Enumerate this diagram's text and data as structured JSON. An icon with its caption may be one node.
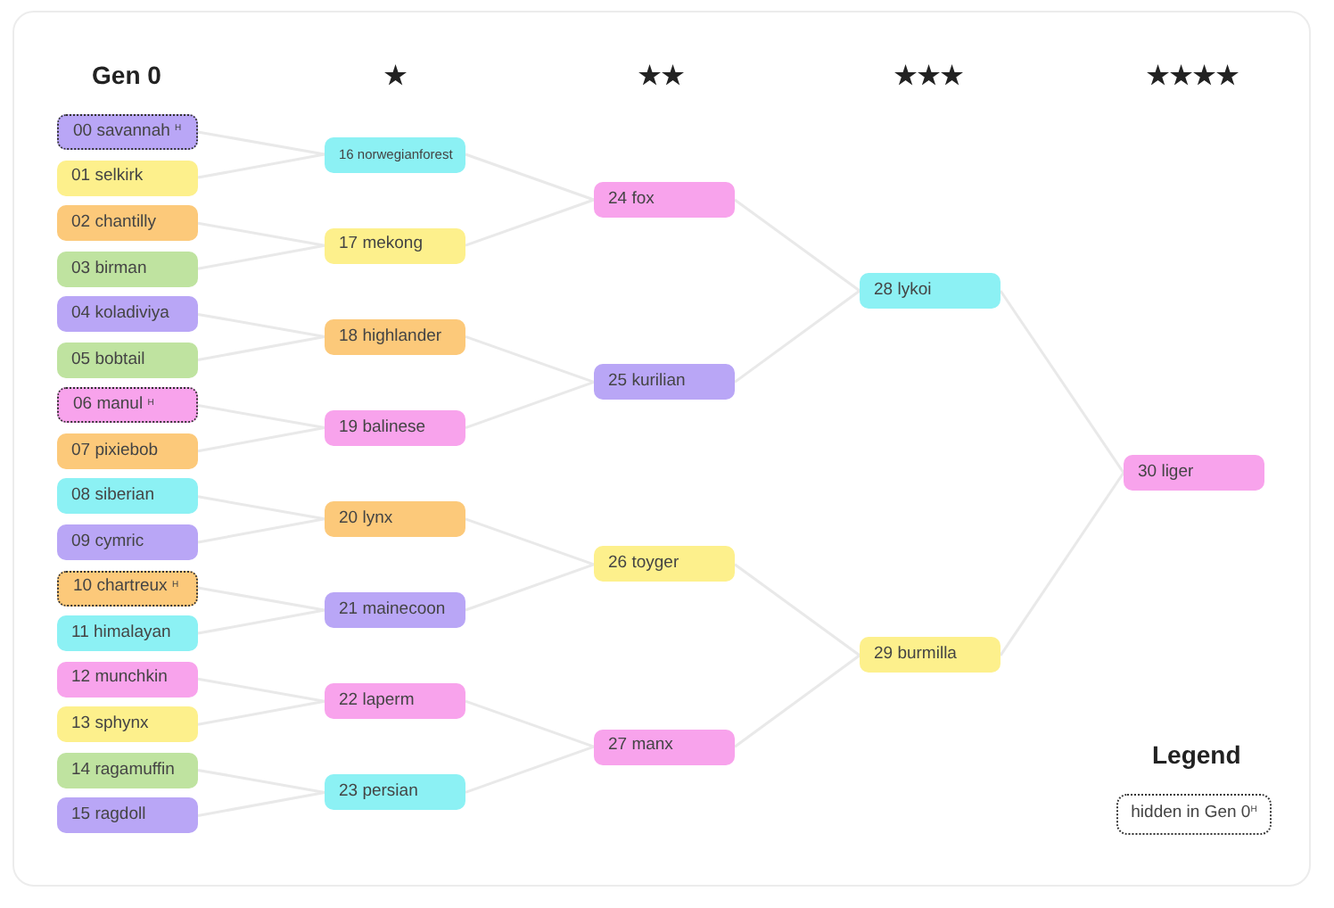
{
  "diagram": {
    "nodes": [
      {
        "text": [
          "00 savannah $^{H}$"
        ]
      },
      {
        "text": [
          "01 selkirk"
        ]
      },
      {
        "text": [
          "02 chantilly"
        ]
      },
      {
        "text": [
          "03 birman"
        ]
      },
      {
        "text": [
          "04 koladiviya"
        ]
      },
      {
        "text": [
          "05 bobtail"
        ]
      },
      {
        "text": [
          "06 manul $^{H}$"
        ]
      },
      {
        "text": [
          "07 pixiebob"
        ]
      },
      {
        "text": [
          "08 siberian"
        ]
      },
      {
        "text": [
          "09 cymric"
        ]
      },
      {
        "text": [
          "10 chartreux $^{H}$"
        ]
      },
      {
        "text": [
          "11 himalayan"
        ]
      },
      {
        "text": [
          "12 munchkin"
        ]
      },
      {
        "text": [
          "13 sphynx"
        ]
      },
      {
        "text": [
          "14 ragamuffin"
        ]
      },
      {
        "text": [
          "15 ragdoll"
        ]
      },
      {
        "text": [
          "16 norwegianforest"
        ]
      },
      {
        "text": [
          "17 mekong"
        ]
      },
      {
        "text": [
          "18 highlander"
        ]
      },
      {
        "text": [
          "19 balinese"
        ]
      },
      {
        "text": [
          "20 lynx"
        ]
      },
      {
        "text": [
          "21 mainecoon"
        ]
      },
      {
        "text": [
          "22 laperm"
        ]
      },
      {
        "text": [
          "23 persian"
        ]
      },
      {
        "text": [
          "24 fox"
        ]
      },
      {
        "text": [
          "25 kurilian"
        ]
      },
      {
        "text": [
          "26 toyger"
        ]
      },
      {
        "text": [
          "27 manx"
        ]
      },
      {
        "text": [
          "28 lykoi"
        ]
      },
      {
        "text": [
          "29 burmilla"
        ]
      },
      {
        "text": [
          "30 liger"
        ]
      }
    ],
    "edges": [
      {
        "from": 0,
        "to": 16,
        "arrow": "none"
      },
      {
        "from": 1,
        "to": 16,
        "arrow": "none"
      },
      {
        "from": 2,
        "to": 17,
        "arrow": "none"
      },
      {
        "from": 3,
        "to": 17,
        "arrow": "none"
      },
      {
        "from": 4,
        "to": 18,
        "arrow": "none"
      },
      {
        "from": 5,
        "to": 18,
        "arrow": "none"
      },
      {
        "from": 6,
        "to": 19,
        "arrow": "none"
      },
      {
        "from": 7,
        "to": 19,
        "arrow": "none"
      },
      {
        "from": 8,
        "to": 20,
        "arrow": "none"
      },
      {
        "from": 9,
        "to": 20,
        "arrow": "none"
      },
      {
        "from": 10,
        "to": 21,
        "arrow": "none"
      },
      {
        "from": 11,
        "to": 21,
        "arrow": "none"
      },
      {
        "from": 12,
        "to": 22,
        "arrow": "none"
      },
      {
        "from": 13,
        "to": 22,
        "arrow": "none"
      },
      {
        "from": 14,
        "to": 23,
        "arrow": "none"
      },
      {
        "from": 15,
        "to": 23,
        "arrow": "none"
      },
      {
        "from": 16,
        "to": 24,
        "arrow": "none"
      },
      {
        "from": 17,
        "to": 24,
        "arrow": "none"
      },
      {
        "from": 18,
        "to": 25,
        "arrow": "none"
      },
      {
        "from": 19,
        "to": 25,
        "arrow": "none"
      },
      {
        "from": 20,
        "to": 26,
        "arrow": "none"
      },
      {
        "from": 21,
        "to": 26,
        "arrow": "none"
      },
      {
        "from": 22,
        "to": 27,
        "arrow": "none"
      },
      {
        "from": 23,
        "to": 27,
        "arrow": "none"
      },
      {
        "from": 24,
        "to": 28,
        "arrow": "none"
      },
      {
        "from": 25,
        "to": 28,
        "arrow": "none"
      },
      {
        "from": 26,
        "to": 29,
        "arrow": "none"
      },
      {
        "from": 27,
        "to": 29,
        "arrow": "none"
      },
      {
        "from": 28,
        "to": 30,
        "arrow": "none"
      },
      {
        "from": 29,
        "to": 30,
        "arrow": "none"
      }
    ],
    "labels": [
      "Gen 0",
      "★",
      "★★",
      "★★★",
      "★★★★",
      "Legend"
    ],
    "legend": [
      {
        "text": "hidden in Gen 0$^{H}$"
      }
    ]
  }
}
